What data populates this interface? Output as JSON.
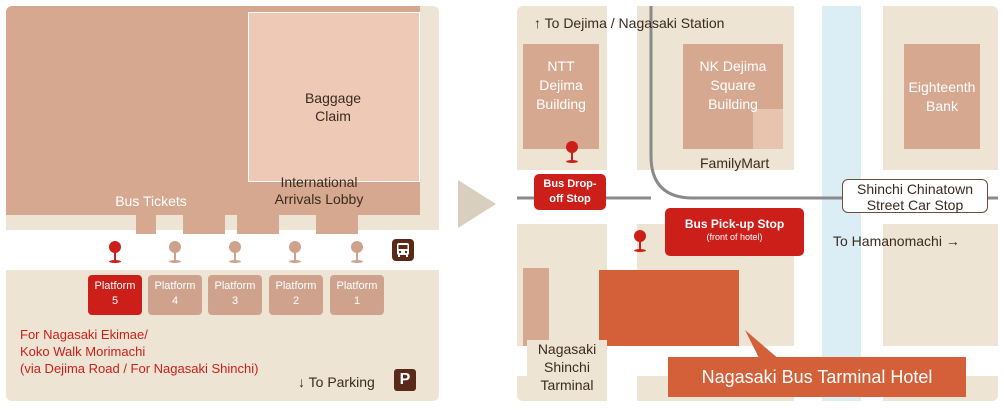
{
  "left_panel": {
    "baggage_claim": "Baggage\nClaim",
    "bus_tickets": "Bus Tickets",
    "arrivals_lobby": "International\nArrivals Lobby",
    "platforms": [
      {
        "label": "Platform\n5",
        "active": true
      },
      {
        "label": "Platform\n4",
        "active": false
      },
      {
        "label": "Platform\n3",
        "active": false
      },
      {
        "label": "Platform\n2",
        "active": false
      },
      {
        "label": "Platform\n1",
        "active": false
      }
    ],
    "destination_note": "For Nagasaki Ekimae/\nKoko Walk Morimachi\n(via Dejima Road / For Nagasaki Shinchi)",
    "parking": "↓ To Parking",
    "parking_icon": "P"
  },
  "right_panel": {
    "to_dejima": "↑ To Dejima / Nagasaki Station",
    "ntt_building": "NTT\nDejima\nBuilding",
    "nk_building": "NK Dejima\nSquare\nBuilding",
    "eighteenth_bank": "Eighteenth\nBank",
    "familymart": "FamilyMart",
    "drop_off": "Bus Drop-\noff Stop",
    "pick_up": "Bus Pick-up Stop",
    "pick_up_note": "(front of hotel)",
    "shinchi_stop": "Shinchi Chinatown\nStreet Car Stop",
    "to_hamanomachi": "To Hamanomachi →",
    "terminal": "Nagasaki\nShinchi\nTarminal",
    "hotel": "Nagasaki Bus Tarminal Hotel"
  },
  "colors": {
    "background": "#ede4d3",
    "building": "#d7a890",
    "highlight_red": "#cc1f1a",
    "hotel_orange": "#d4603a",
    "river": "#dceef5"
  }
}
